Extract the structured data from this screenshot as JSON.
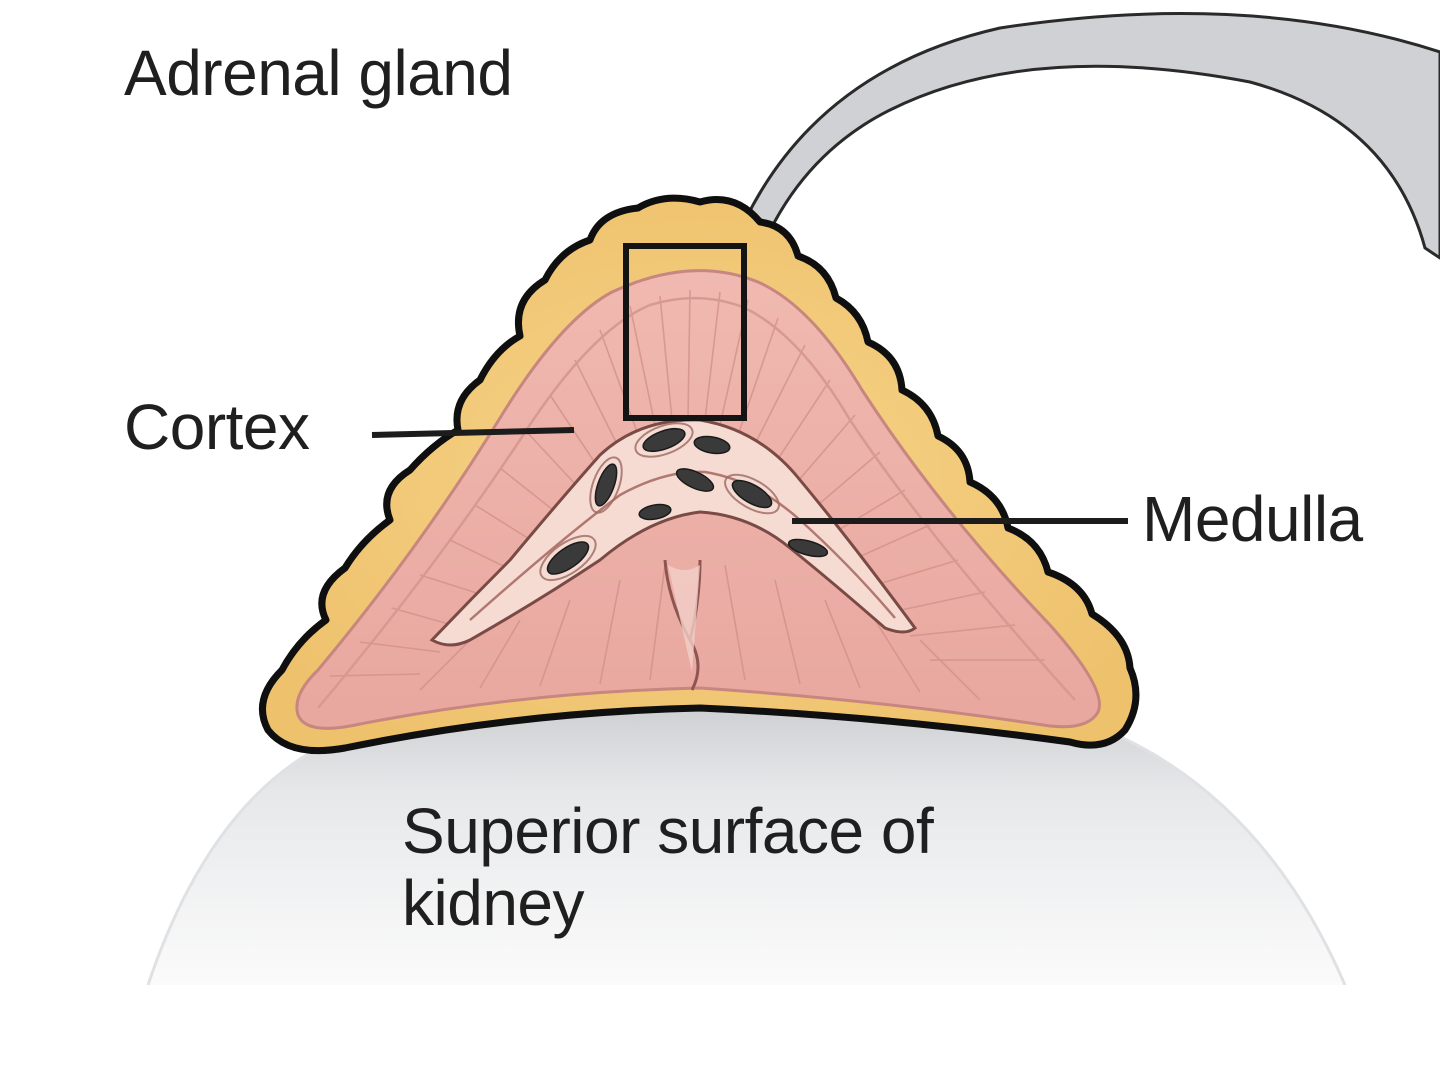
{
  "title": "Adrenal gland",
  "labels": {
    "cortex": "Cortex",
    "medulla": "Medulla",
    "kidney_line1": "Superior surface of",
    "kidney_line2": "kidney"
  },
  "colors": {
    "capsule": "#f3cb7a",
    "capsule_light": "#f9dd99",
    "cortex": "#ebaea6",
    "cortex_light": "#f4c6bd",
    "medulla": "#f6dbd3",
    "nuclei": "#3a3a3a",
    "kidney": "#dcdde0",
    "callout": "#cfd1d4",
    "outline": "#111111"
  }
}
